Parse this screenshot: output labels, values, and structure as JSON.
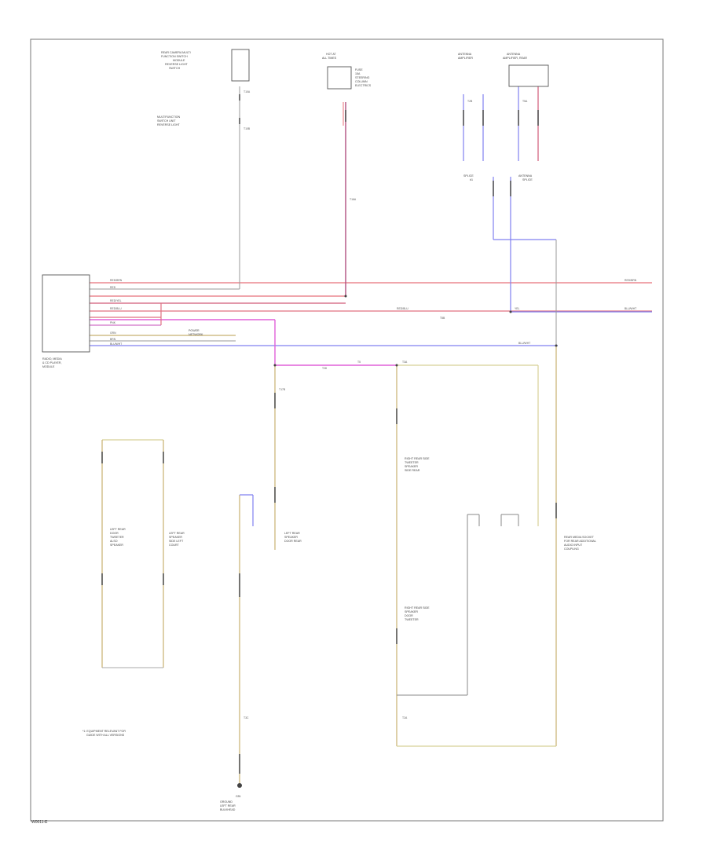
{
  "page_code": "W0011-E",
  "components": {
    "module": [
      "RADIO, MEDIA",
      "& CD PLAYER,",
      "MODULE"
    ],
    "top_left_comp": [
      "REAR CAMERA MULTI",
      "FUNCTION SWITCH",
      "MODULE",
      "REVERSE LIGHT",
      "SWITCH"
    ],
    "top_left_sub": [
      "MULTIFUNCTION",
      "SWITCH UNIT",
      "REVERSE LIGHT"
    ],
    "fuse_box": [
      "HOT AT",
      "ALL TIMES"
    ],
    "fuse_entries": [
      "FUSE",
      "15A",
      "STEERING",
      "COLUMN",
      "ELECTRICS"
    ],
    "top_right_a": [
      "ANTENNA",
      "AMPLIFIER"
    ],
    "top_right_b": [
      "ANTENNA",
      "AMPLIFIER, REAR"
    ],
    "splice_left": [
      "SPLICE",
      "#1"
    ],
    "splice_right": [
      "ANTENNA",
      "SPLICE"
    ],
    "front_speaker_l": [
      "LEFT REAR",
      "DOOR",
      "TWEETER",
      "ALSO",
      "SPEAKER"
    ],
    "front_speaker_r": [
      "LEFT REAR",
      "SPEAKER",
      "SIDE LEFT",
      "COURT"
    ],
    "mid_speaker": [
      "LEFT REAR",
      "SPEAKER",
      "DOOR REAR"
    ],
    "right_speaker_top": [
      "RIGHT REAR SIDE",
      "TWEETER",
      "SPEAKER",
      "SIDE REAR"
    ],
    "right_speaker_bottom": [
      "RIGHT REAR SIDE",
      "SPEAKER",
      "DOOR",
      "TWEETER"
    ],
    "far_right": [
      "REAR MEDIA SOCKET",
      "FOR REAR ADDITIONAL",
      "AUDIO INPUT",
      "COUPLING"
    ],
    "ground": [
      "GROUND",
      "LEFT REAR",
      "BULKHEAD"
    ],
    "note": [
      "*1: EQUIPMENT RELEVANT FOR",
      "GUIDE WITH ALL VERSIONS"
    ],
    "ground_code": "G51",
    "mid_connector": [
      "POWER",
      "NETWORK"
    ]
  },
  "wire_labels": {
    "red_blk": "RED/BRN",
    "red": "RED",
    "red_yel": "RED/YEL",
    "red_blu": "RED/BLU",
    "pink": "PNK",
    "grn": "GRN",
    "brn_blk": "BRN",
    "blu_wht": "BLU/WHT",
    "blue_right": "BLU/WHT",
    "yel": "YEL",
    "t_codes": [
      "T10A",
      "T10B",
      "T16A",
      "T5B",
      "T17B",
      "T28",
      "T3C",
      "T2A",
      "T2B",
      "T5A",
      "T3A",
      "T5"
    ]
  },
  "colors": {
    "red": "#e8707a",
    "magenta": "#e060d8",
    "purple_red": "#b05080",
    "blue": "#8080f0",
    "olive": "#c8b070",
    "yellow": "#d8d098",
    "gray": "#888888"
  }
}
